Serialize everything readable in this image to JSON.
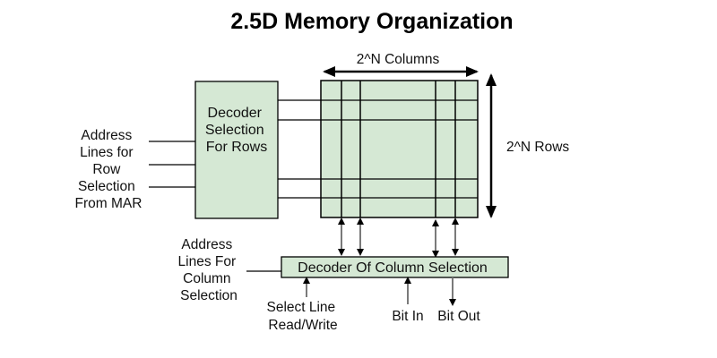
{
  "title": "2.5D Memory Organization",
  "colors": {
    "box_fill": "#d5e8d4",
    "stroke": "#000000",
    "column_arrow": "#7a7a7a"
  },
  "memory_array": {
    "columns_label": "2^N Columns",
    "rows_label": "2^N Rows"
  },
  "row_decoder": {
    "label_lines": [
      "Decoder",
      "Selection",
      "For Rows"
    ]
  },
  "row_address_label": {
    "lines": [
      "Address",
      "Lines for",
      "Row",
      "Selection",
      "From MAR"
    ]
  },
  "column_decoder": {
    "label": "Decoder Of Column Selection"
  },
  "column_address_label": {
    "lines": [
      "Address",
      "Lines For",
      "Column",
      "Selection"
    ]
  },
  "signals": {
    "select_line": [
      "Select Line",
      "Read/Write"
    ],
    "bit_in": "Bit In",
    "bit_out": "Bit Out"
  }
}
